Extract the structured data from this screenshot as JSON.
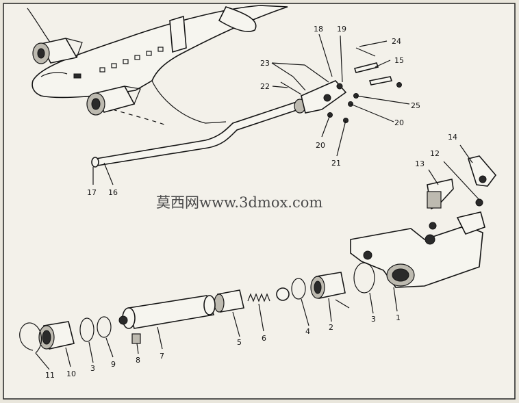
{
  "page": {
    "top_text": "",
    "watermark": "莫西网www.3dmox.com"
  },
  "callouts": [
    {
      "id": "c24",
      "text": "24"
    },
    {
      "id": "c15",
      "text": "15"
    },
    {
      "id": "c18",
      "text": "18"
    },
    {
      "id": "c19",
      "text": "19"
    },
    {
      "id": "c23",
      "text": "23"
    },
    {
      "id": "c22",
      "text": "22"
    },
    {
      "id": "c25",
      "text": "25"
    },
    {
      "id": "c20a",
      "text": "20"
    },
    {
      "id": "c20b",
      "text": "20"
    },
    {
      "id": "c21",
      "text": "21"
    },
    {
      "id": "c17",
      "text": "17"
    },
    {
      "id": "c16",
      "text": "16"
    },
    {
      "id": "c14",
      "text": "14"
    },
    {
      "id": "c13",
      "text": "13"
    },
    {
      "id": "c12",
      "text": "12"
    },
    {
      "id": "c1",
      "text": "1"
    },
    {
      "id": "c2",
      "text": "2"
    },
    {
      "id": "c3a",
      "text": "3"
    },
    {
      "id": "c4",
      "text": "4"
    },
    {
      "id": "c5",
      "text": "5"
    },
    {
      "id": "c6",
      "text": "6"
    },
    {
      "id": "c7",
      "text": "7"
    },
    {
      "id": "c8",
      "text": "8"
    },
    {
      "id": "c9",
      "text": "9"
    },
    {
      "id": "c3b",
      "text": "3"
    },
    {
      "id": "c10",
      "text": "10"
    },
    {
      "id": "c11",
      "text": "11"
    }
  ]
}
